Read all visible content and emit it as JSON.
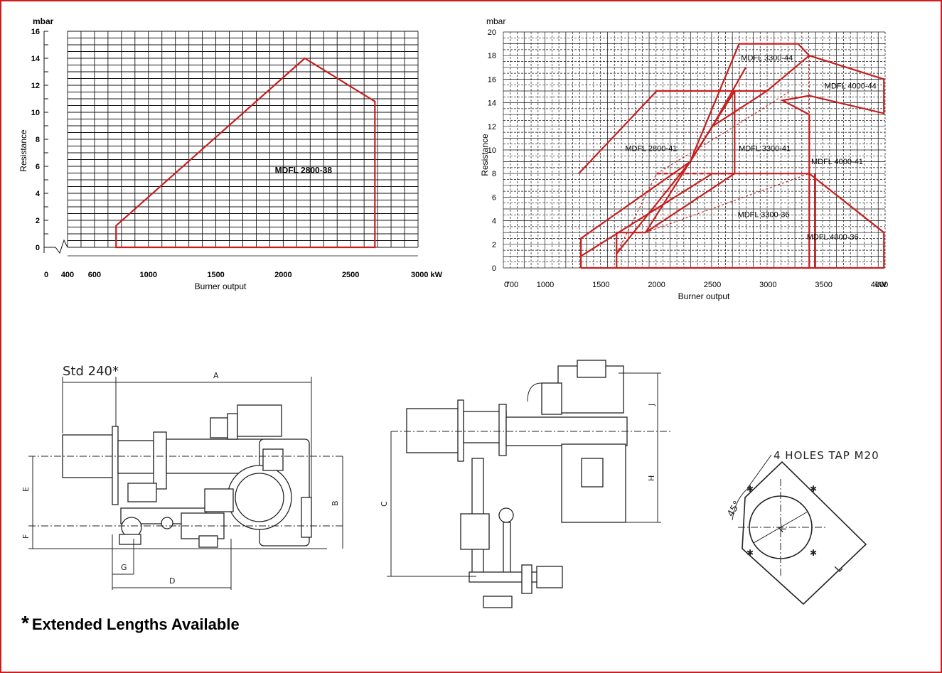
{
  "chart_data": [
    {
      "type": "area",
      "ylabel_unit": "mbar",
      "ylabel": "Resistance",
      "xlabel": "Burner output",
      "x_unit": "kW",
      "xlim": [
        400,
        3000
      ],
      "ylim": [
        0,
        16
      ],
      "x_ticks": [
        0,
        400,
        600,
        1000,
        1500,
        2000,
        2500,
        3000
      ],
      "x_tick_labels": [
        "0",
        "400",
        "600",
        "1000",
        "1500",
        "2000",
        "2500",
        "3000 kW"
      ],
      "y_ticks": [
        0,
        2,
        4,
        6,
        8,
        10,
        12,
        14,
        16
      ],
      "y_tick_labels": [
        "0",
        "2",
        "4",
        "6",
        "8",
        "10",
        "12",
        "14",
        "16"
      ],
      "grid": true,
      "series": [
        {
          "name": "MDFL 2800-38",
          "color": "#c81e1e",
          "points": [
            [
              760,
              0
            ],
            [
              760,
              1.6
            ],
            [
              2160,
              14
            ],
            [
              2680,
              10.8
            ],
            [
              2680,
              0
            ]
          ],
          "label_at": [
            2150,
            5.5
          ]
        }
      ]
    },
    {
      "type": "area",
      "ylabel_unit": "mbar",
      "ylabel": "Resistance",
      "xlabel": "Burner output",
      "x_unit": "kW",
      "xlim": [
        700,
        4000
      ],
      "ylim": [
        0,
        20
      ],
      "x_ticks": [
        0,
        700,
        1000,
        1500,
        2000,
        2500,
        3000,
        3500,
        4000
      ],
      "x_tick_labels": [
        "0",
        "700",
        "1000",
        "1500",
        "2000",
        "2500",
        "3000",
        "3500",
        "4000",
        "kW"
      ],
      "y_ticks": [
        0,
        2,
        4,
        6,
        8,
        10,
        12,
        14,
        16,
        18,
        20
      ],
      "y_tick_labels": [
        "0",
        "2",
        "4",
        "6",
        "8",
        "10",
        "12",
        "14",
        "16",
        "18",
        "20"
      ],
      "grid": true,
      "series": [
        {
          "name": "MDFL 2800-41",
          "color": "#c81e1e",
          "points": [
            [
              1300,
              8
            ],
            [
              2000,
              15
            ],
            [
              2700,
              15
            ],
            [
              2700,
              8
            ]
          ],
          "label_at": [
            1950,
            9.9
          ]
        },
        {
          "name": "MDFL 3300-44",
          "color": "#c81e1e",
          "points": [
            [
              1900,
              3
            ],
            [
              2500,
              12
            ],
            [
              2700,
              15
            ],
            [
              2990,
              15
            ],
            [
              3370,
              18
            ],
            [
              3370,
              13
            ],
            [
              3130,
              14.2
            ]
          ],
          "label_at": [
            2990,
            17.6
          ]
        },
        {
          "name": "MDFL 4000-44",
          "color": "#c81e1e",
          "points": [
            [
              3370,
              18
            ],
            [
              4040,
              16
            ],
            [
              4040,
              13.1
            ],
            [
              3370,
              14.6
            ]
          ],
          "label_at": [
            3740,
            15.2
          ]
        },
        {
          "name": "MDFL 3300-41",
          "color": "#c81e1e",
          "points": [
            [
              1640,
              2.8
            ],
            [
              2300,
              9
            ],
            [
              2700,
              15
            ]
          ],
          "label_at": [
            2970,
            9.9
          ]
        },
        {
          "name": "MDFL 4000-41",
          "color": "#c81e1e",
          "points": [
            [
              2700,
              8
            ],
            [
              3370,
              8
            ],
            [
              3370,
              0
            ]
          ],
          "label_at": [
            3620,
            8.8
          ]
        },
        {
          "name": "MDFL 3300-36",
          "color": "#c81e1e",
          "points": [
            [
              1320,
              1
            ],
            [
              2500,
              8
            ],
            [
              2700,
              8
            ]
          ],
          "label_at": [
            2960,
            4.3
          ]
        },
        {
          "name": "MDFL 4000-36",
          "color": "#c81e1e",
          "points": [
            [
              3370,
              8
            ],
            [
              4040,
              3
            ],
            [
              4040,
              0
            ]
          ],
          "label_at": [
            3580,
            2.4
          ]
        }
      ]
    }
  ],
  "drawings": {
    "side_view": {
      "std_label": "Std 240*",
      "dims": [
        "A",
        "B",
        "E",
        "F",
        "G",
        "D"
      ]
    },
    "front_view": {
      "dims": [
        "J",
        "H",
        "C"
      ]
    },
    "flange": {
      "holes_label": "4 HOLES TAP M20",
      "angle_label": "45°",
      "dims": [
        "K",
        "L"
      ]
    }
  },
  "note": {
    "star": "*",
    "text": "Extended Lengths Available"
  }
}
